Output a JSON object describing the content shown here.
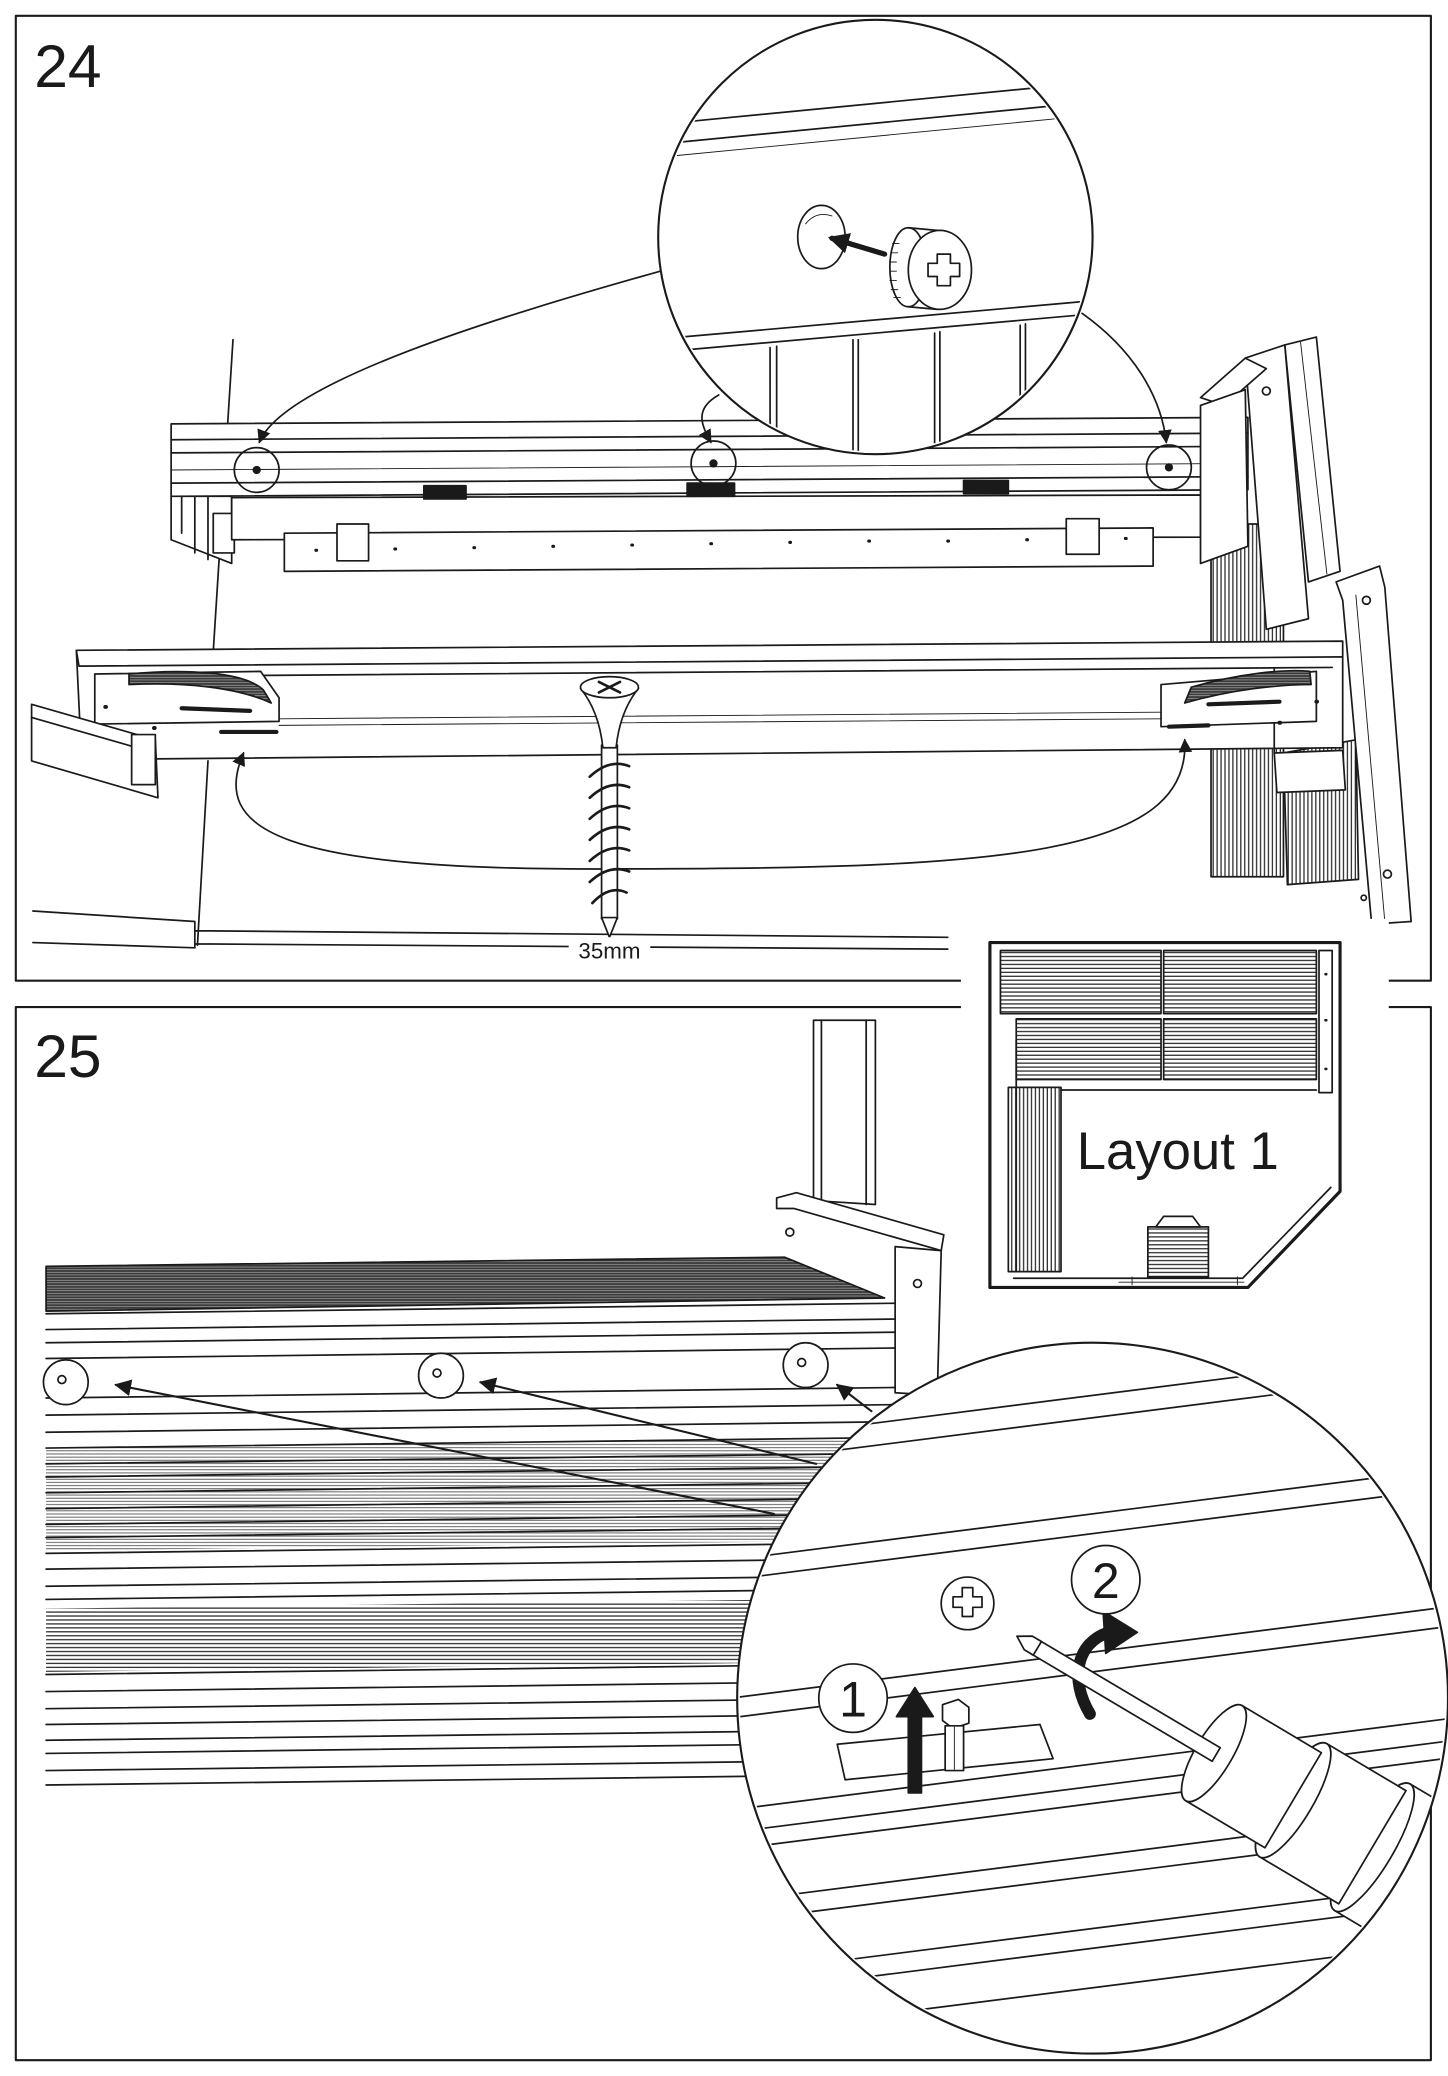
{
  "page": {
    "ink_color": "#1a1a1a",
    "paper_color": "#ffffff"
  },
  "step_24": {
    "number": "24",
    "screw_label": "35mm"
  },
  "step_25": {
    "number": "25",
    "callout_1": "1",
    "callout_2": "2"
  },
  "layout_inset": {
    "label": "Layout 1"
  }
}
